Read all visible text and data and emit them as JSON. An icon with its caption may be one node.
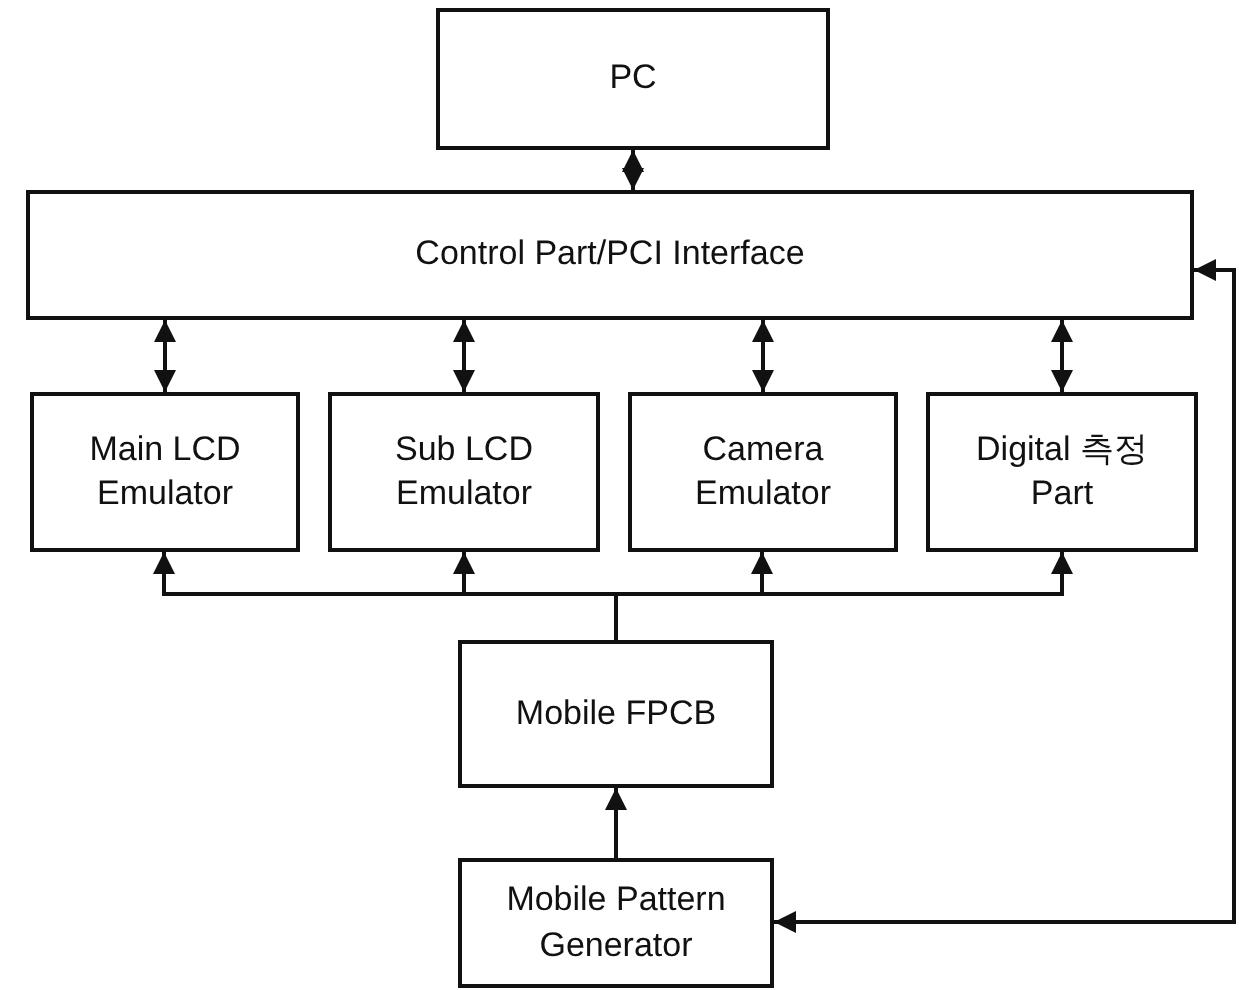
{
  "diagram": {
    "nodes": [
      {
        "text": [
          "PC"
        ]
      },
      {
        "text": [
          "Control Part/PCI Interface"
        ]
      },
      {
        "text": [
          "Main LCD Emulator"
        ]
      },
      {
        "text": [
          "Sub LCD Emulator"
        ]
      },
      {
        "text": [
          "Camera Emulator"
        ]
      },
      {
        "text": [
          "Digital 측정 Part"
        ]
      },
      {
        "text": [
          "Mobile FPCB"
        ]
      },
      {
        "text": [
          "Mobile Pattern Generator"
        ]
      }
    ],
    "edges": [
      {
        "from": 0,
        "to": 1,
        "arrow": "both"
      },
      {
        "from": 1,
        "to": 2,
        "arrow": "both"
      },
      {
        "from": 1,
        "to": 3,
        "arrow": "both"
      },
      {
        "from": 1,
        "to": 4,
        "arrow": "both"
      },
      {
        "from": 1,
        "to": 5,
        "arrow": "both"
      },
      {
        "from": 6,
        "to": 2,
        "arrow": "to"
      },
      {
        "from": 6,
        "to": 3,
        "arrow": "to"
      },
      {
        "from": 6,
        "to": 4,
        "arrow": "to"
      },
      {
        "from": 6,
        "to": 5,
        "arrow": "to"
      },
      {
        "from": 7,
        "to": 6,
        "arrow": "to"
      },
      {
        "from": 1,
        "to": 7,
        "arrow": "both"
      }
    ]
  }
}
